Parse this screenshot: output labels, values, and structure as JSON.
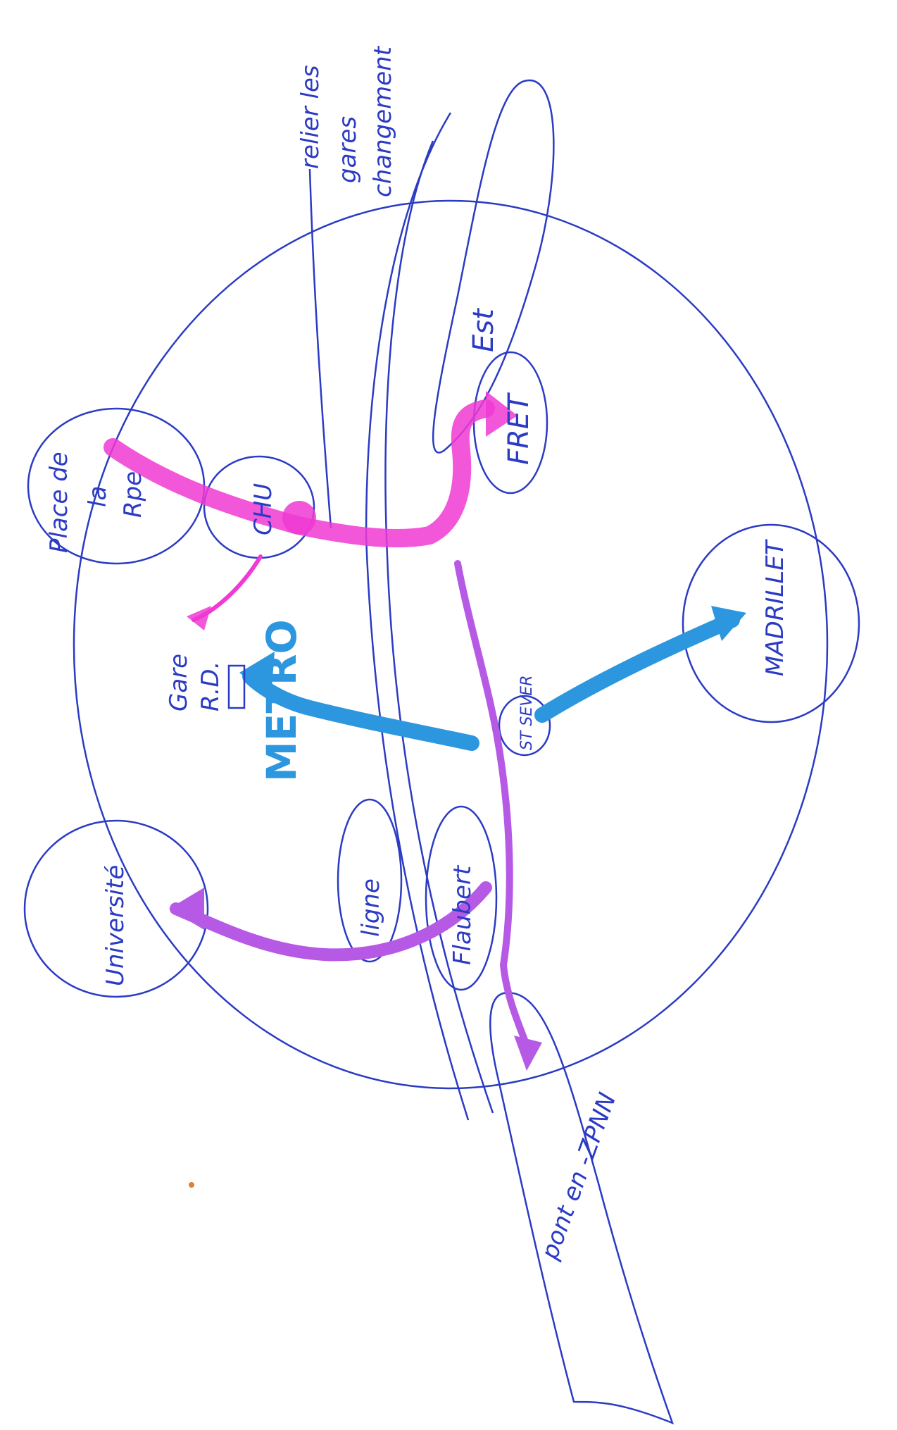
{
  "colors": {
    "pen_blue": "#2b3bc4",
    "marker_magenta": "#f03ad2",
    "marker_violet": "#b65ae6",
    "marker_cyan": "#2c96df"
  },
  "labels": {
    "place": [
      "Place de",
      "la",
      "Rpe"
    ],
    "chu": "CHU",
    "gare": [
      "Gare",
      "R.D."
    ],
    "relier": [
      "relier les",
      "gares",
      "changement"
    ],
    "est": "Est",
    "fret": "FRET",
    "madrillet": "MADRILLET",
    "metro": "METRO",
    "st_sever": "ST SEVER",
    "ligne": "ligne",
    "flaubert": "Flaubert",
    "universite": "Université",
    "pont": "pont en -ZPNN"
  }
}
